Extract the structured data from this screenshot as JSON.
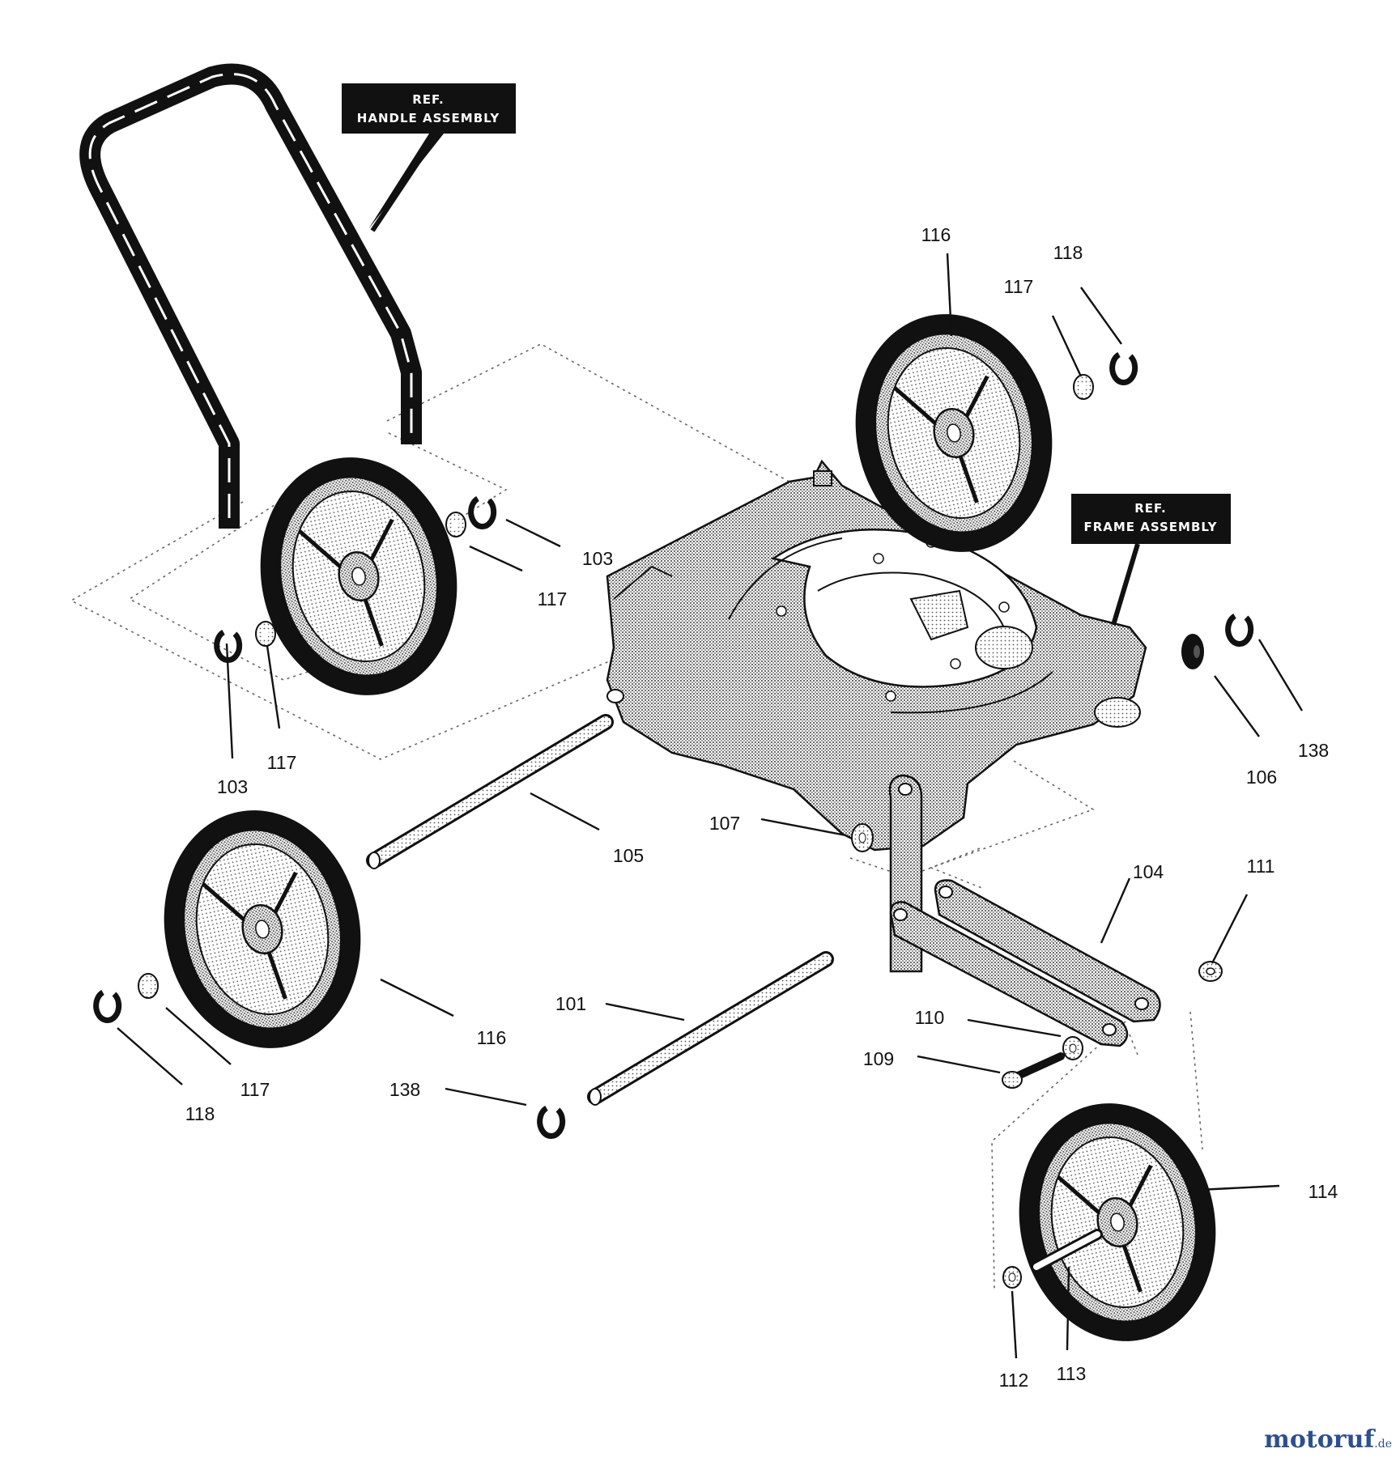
{
  "ref_boxes": {
    "handle": {
      "line1": "REF.",
      "line2": "HANDLE ASSEMBLY"
    },
    "frame": {
      "line1": "REF.",
      "line2": "FRAME ASSEMBLY"
    }
  },
  "part_labels": {
    "p101": "101",
    "p103a": "103",
    "p103b": "103",
    "p104": "104",
    "p105": "105",
    "p106": "106",
    "p107": "107",
    "p109": "109",
    "p110": "110",
    "p111": "111",
    "p112": "112",
    "p113": "113",
    "p114": "114",
    "p116a": "116",
    "p116b": "116",
    "p117a": "117",
    "p117b": "117",
    "p117c": "117",
    "p117d": "117",
    "p118a": "118",
    "p118b": "118",
    "p138a": "138",
    "p138b": "138"
  },
  "watermark": {
    "brand": "motoruf",
    "tld": ".de"
  },
  "colors": {
    "line": "#111111",
    "fill_dot": "#9a9a9a",
    "ref_box": "#111111",
    "watermark": "#2e4f8f"
  }
}
